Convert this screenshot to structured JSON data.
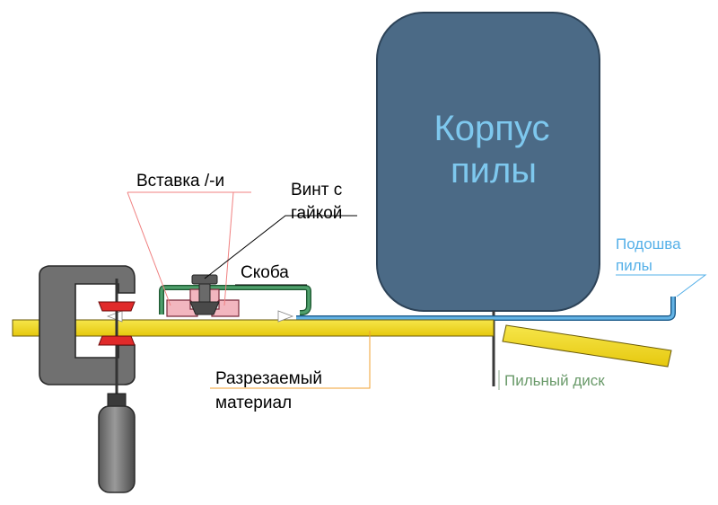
{
  "diagram": {
    "saw_body_line1": "Корпус",
    "saw_body_line2": "пилы",
    "insert_label": "Вставка /-и",
    "screw_line1": "Винт с",
    "screw_line2": "гайкой",
    "bracket_label": "Скоба",
    "base_line1": "Подошва",
    "base_line2": "пилы",
    "material_line1": "Разрезаемый",
    "material_line2": "материал",
    "disk_label": "Пильный диск"
  },
  "colors": {
    "saw_body": "#4b6a86",
    "saw_body_text": "#7ec8ee",
    "base_plate": "#55a8df",
    "wood": "#f2da1e",
    "bracket": "#3a8a5a",
    "insert": "#f2b6bf",
    "clamp": "#6e6e6e",
    "clamp_pad": "#e02a2a",
    "leader_red": "#f08080",
    "leader_black": "#000000",
    "leader_orange": "#f0a030",
    "leader_green": "#8aaa8a",
    "leader_blue": "#55b0e8"
  }
}
